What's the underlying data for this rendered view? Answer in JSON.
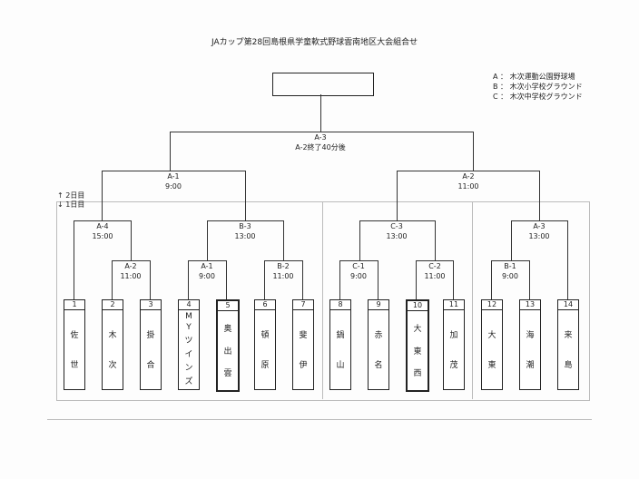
{
  "title": "JAカップ第28回島根県学童軟式野球雲南地区大会組合せ",
  "legend": [
    {
      "key": "A",
      "sep": "：",
      "venue": "木次運動公園野球場"
    },
    {
      "key": "B",
      "sep": "：",
      "venue": "木次小学校グラウンド"
    },
    {
      "key": "C",
      "sep": "：",
      "venue": "木次中学校グラウンド"
    }
  ],
  "day_labels": {
    "day2": "↑ 2日目",
    "day1": "↓ 1日目"
  },
  "final": {
    "game": "A-3",
    "time": "A-2終了40分後"
  },
  "semis": [
    {
      "game": "A-1",
      "time": "9:00"
    },
    {
      "game": "A-2",
      "time": "11:00"
    }
  ],
  "quarters": [
    {
      "game": "A-4",
      "time": "15:00"
    },
    {
      "game": "B-3",
      "time": "13:00"
    },
    {
      "game": "C-3",
      "time": "13:00"
    },
    {
      "game": "A-3",
      "time": "13:00"
    }
  ],
  "first_round": [
    {
      "game": "A-2",
      "time": "11:00"
    },
    {
      "game": "A-1",
      "time": "9:00"
    },
    {
      "game": "B-2",
      "time": "11:00"
    },
    {
      "game": "C-1",
      "time": "9:00"
    },
    {
      "game": "C-2",
      "time": "11:00"
    },
    {
      "game": "B-1",
      "time": "9:00"
    }
  ],
  "teams": [
    {
      "num": "1",
      "chars": [
        "佐",
        "世"
      ]
    },
    {
      "num": "2",
      "chars": [
        "木",
        "次"
      ]
    },
    {
      "num": "3",
      "chars": [
        "掛",
        "合"
      ]
    },
    {
      "num": "4",
      "chars": [
        "M",
        "Y",
        "ツ",
        "イ",
        "ン",
        "ズ"
      ]
    },
    {
      "num": "5",
      "chars": [
        "奥",
        "出",
        "雲"
      ]
    },
    {
      "num": "6",
      "chars": [
        "頓",
        "原"
      ]
    },
    {
      "num": "7",
      "chars": [
        "斐",
        "伊"
      ]
    },
    {
      "num": "8",
      "chars": [
        "鍋",
        "山"
      ]
    },
    {
      "num": "9",
      "chars": [
        "赤",
        "名"
      ]
    },
    {
      "num": "10",
      "chars": [
        "大",
        "東",
        "西"
      ]
    },
    {
      "num": "11",
      "chars": [
        "加",
        "茂"
      ]
    },
    {
      "num": "12",
      "chars": [
        "大",
        "東"
      ]
    },
    {
      "num": "13",
      "chars": [
        "海",
        "潮"
      ]
    },
    {
      "num": "14",
      "chars": [
        "来",
        "島"
      ]
    }
  ]
}
